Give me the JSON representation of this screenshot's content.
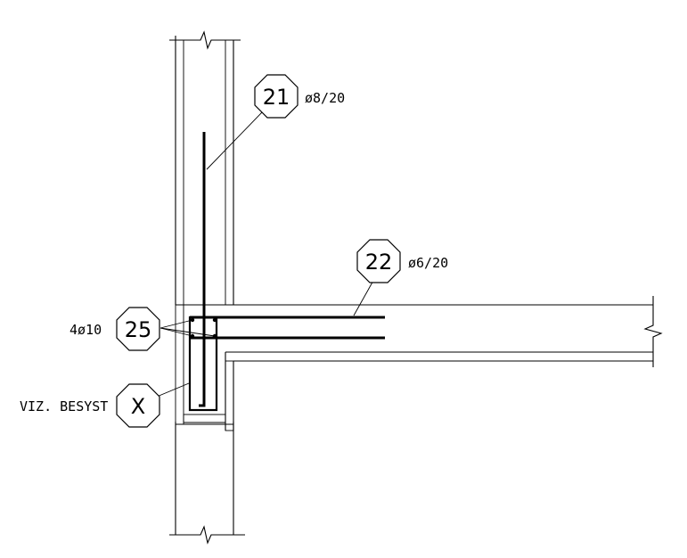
{
  "tags": [
    {
      "id": "t21",
      "number": "21",
      "spec": "ø8/20"
    },
    {
      "id": "t22",
      "number": "22",
      "spec": "ø6/20"
    },
    {
      "id": "t25",
      "number": "25",
      "spec": "4ø10"
    },
    {
      "id": "tX",
      "number": "X",
      "spec": "VIZ. BESYST"
    }
  ]
}
